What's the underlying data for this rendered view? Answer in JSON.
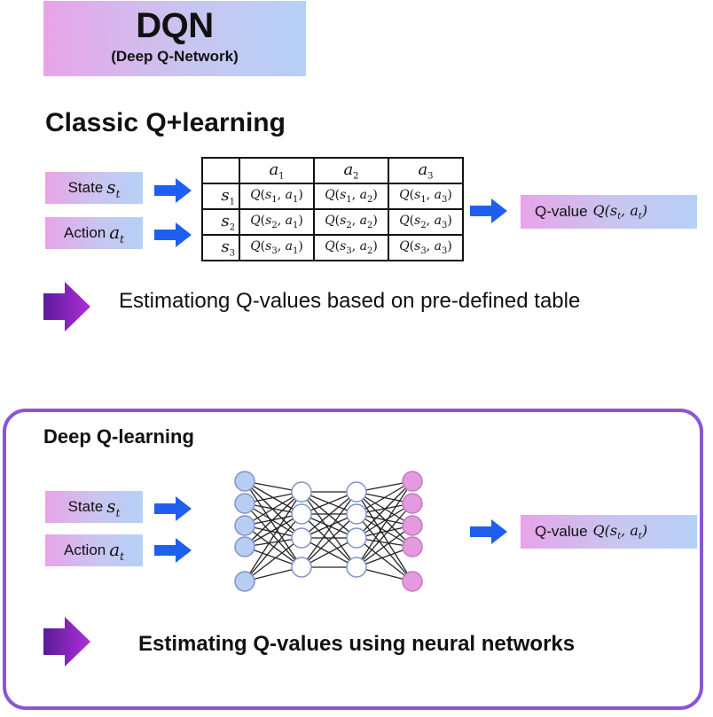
{
  "header": {
    "title": "DQN",
    "subtitle": "(Deep Q-Network)"
  },
  "colors": {
    "chip_gradient_start": "#e8a4e8",
    "chip_gradient_end": "#b6d0f6",
    "blue_arrow": "#1f5ff0",
    "purple_arrow_start": "#5a1a9a",
    "purple_arrow_end": "#b030d8",
    "box_border": "#8a56d2",
    "input_node": "#b8cdf2",
    "hidden_node": "#ffffff",
    "output_node": "#e59ae0",
    "node_stroke": "#7f93c9"
  },
  "classic": {
    "title": "Classic Q+learning",
    "inputs": [
      {
        "label": "State",
        "symbol": "s",
        "subscript": "t"
      },
      {
        "label": "Action",
        "symbol": "a",
        "subscript": "t"
      }
    ],
    "table": {
      "columns": [
        {
          "symbol": "a",
          "subscript": "1"
        },
        {
          "symbol": "a",
          "subscript": "2"
        },
        {
          "symbol": "a",
          "subscript": "3"
        }
      ],
      "rows": [
        {
          "symbol": "s",
          "subscript": "1",
          "cells": [
            "Q(s1, a1)",
            "Q(s1, a2)",
            "Q(s1, a3)"
          ]
        },
        {
          "symbol": "s",
          "subscript": "2",
          "cells": [
            "Q(s2, a1)",
            "Q(s2, a2)",
            "Q(s2, a3)"
          ]
        },
        {
          "symbol": "s",
          "subscript": "3",
          "cells": [
            "Q(s3, a1)",
            "Q(s3, a2)",
            "Q(s3, a3)"
          ]
        }
      ]
    },
    "output": {
      "label": "Q-value",
      "formula": "Q(st, at)"
    },
    "note": "Estimationg Q-values based on pre-defined table"
  },
  "deep": {
    "title": "Deep Q-learning",
    "inputs": [
      {
        "label": "State",
        "symbol": "s",
        "subscript": "t"
      },
      {
        "label": "Action",
        "symbol": "a",
        "subscript": "t"
      }
    ],
    "network": {
      "layers": [
        {
          "name": "input",
          "nodes": 5
        },
        {
          "name": "hidden-1",
          "nodes": 4
        },
        {
          "name": "hidden-2",
          "nodes": 4
        },
        {
          "name": "output",
          "nodes": 5
        }
      ],
      "fully_connected": true
    },
    "output": {
      "label": "Q-value",
      "formula": "Q(st, at)"
    },
    "note": "Estimating Q-values using neural networks"
  }
}
